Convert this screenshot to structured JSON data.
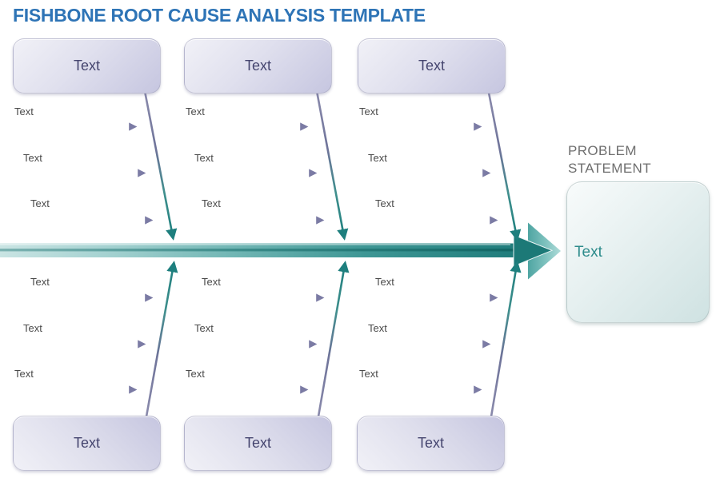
{
  "title": "FISHBONE ROOT CAUSE ANALYSIS TEMPLATE",
  "problem_statement": {
    "label": "PROBLEM STATEMENT",
    "text": "Text"
  },
  "categories": {
    "top": [
      {
        "label": "Text",
        "causes": [
          "Text",
          "Text",
          "Text"
        ]
      },
      {
        "label": "Text",
        "causes": [
          "Text",
          "Text",
          "Text"
        ]
      },
      {
        "label": "Text",
        "causes": [
          "Text",
          "Text",
          "Text"
        ]
      }
    ],
    "bottom": [
      {
        "label": "Text",
        "causes": [
          "Text",
          "Text",
          "Text"
        ]
      },
      {
        "label": "Text",
        "causes": [
          "Text",
          "Text",
          "Text"
        ]
      },
      {
        "label": "Text",
        "causes": [
          "Text",
          "Text",
          "Text"
        ]
      }
    ]
  },
  "colors": {
    "title_blue": "#2E74B6",
    "spine_teal": "#1E7B7A",
    "bone_slate": "#45456F",
    "category_box_fill": "#D5D5E8",
    "category_box_text": "#45456F",
    "problem_box_fill": "#DCEAEA",
    "problem_text_teal": "#2E8C8C",
    "statement_label_gray": "#6E6E6E"
  }
}
